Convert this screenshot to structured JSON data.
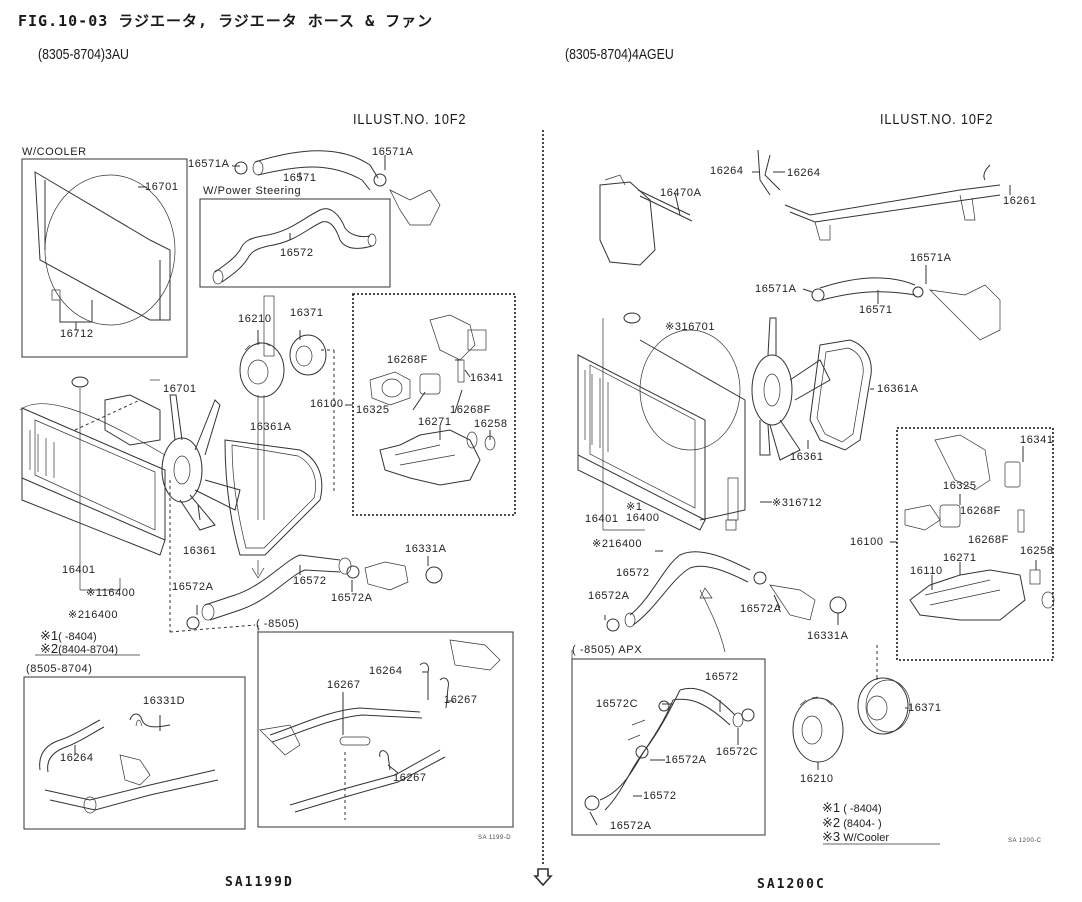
{
  "header": {
    "title": "FIG.10-03 ラジエータ, ラジエータ ホース & ファン",
    "left_subtitle": "(8305-8704)3AU",
    "right_subtitle": "(8305-8704)4AGEU",
    "left_illust": "ILLUST.NO. 10F2",
    "right_illust": "ILLUST.NO. 10F2"
  },
  "left_panel": {
    "boxes": {
      "w_cooler": "W/COOLER",
      "w_power_steering": "W/Power Steering",
      "range_8505_8704": "(8505-8704)",
      "range_to_8505": "(      -8505)"
    },
    "labels": [
      {
        "id": "16701a",
        "text": "16701"
      },
      {
        "id": "16712",
        "text": "16712"
      },
      {
        "id": "16571A-l",
        "text": "16571A"
      },
      {
        "id": "16571",
        "text": "16571"
      },
      {
        "id": "16571A-r",
        "text": "16571A"
      },
      {
        "id": "16572-ps",
        "text": "16572"
      },
      {
        "id": "16210",
        "text": "16210"
      },
      {
        "id": "16371",
        "text": "16371"
      },
      {
        "id": "16268F-1",
        "text": "16268F"
      },
      {
        "id": "16341",
        "text": "16341"
      },
      {
        "id": "16100",
        "text": "16100"
      },
      {
        "id": "16325",
        "text": "16325"
      },
      {
        "id": "16268F-2",
        "text": "16268F"
      },
      {
        "id": "16701b",
        "text": "16701"
      },
      {
        "id": "16361A",
        "text": "16361A"
      },
      {
        "id": "16271",
        "text": "16271"
      },
      {
        "id": "16258",
        "text": "16258"
      },
      {
        "id": "16361",
        "text": "16361"
      },
      {
        "id": "16401",
        "text": "16401"
      },
      {
        "id": "16400-1",
        "text": "※116400"
      },
      {
        "id": "16400-2",
        "text": "※216400"
      },
      {
        "id": "16331A",
        "text": "16331A"
      },
      {
        "id": "16572",
        "text": "16572"
      },
      {
        "id": "16572A-1",
        "text": "16572A"
      },
      {
        "id": "16572A-2",
        "text": "16572A"
      },
      {
        "id": "16331D",
        "text": "16331D"
      },
      {
        "id": "16264-a",
        "text": "16264"
      },
      {
        "id": "16264-b",
        "text": "16264"
      },
      {
        "id": "16267-a",
        "text": "16267"
      },
      {
        "id": "16267-b",
        "text": "16267"
      },
      {
        "id": "16267-c",
        "text": "16267"
      }
    ],
    "notes": [
      {
        "mark": "※1",
        "text": "(        -8404)"
      },
      {
        "mark": "※2",
        "text": "(8404-8704)"
      }
    ],
    "small_code": "SA 1199-D",
    "figure_code": "SA1199D"
  },
  "right_panel": {
    "boxes": {
      "range_to_8505_apx": "(      -8505) APX"
    },
    "labels": [
      {
        "id": "16264-a",
        "text": "16264"
      },
      {
        "id": "16264-b",
        "text": "16264"
      },
      {
        "id": "16261",
        "text": "16261"
      },
      {
        "id": "16470A",
        "text": "16470A"
      },
      {
        "id": "16571A-r",
        "text": "16571A"
      },
      {
        "id": "16571A-l",
        "text": "16571A"
      },
      {
        "id": "16571",
        "text": "16571"
      },
      {
        "id": "16701",
        "text": "※316701"
      },
      {
        "id": "16361A",
        "text": "16361A"
      },
      {
        "id": "16361",
        "text": "16361"
      },
      {
        "id": "16712",
        "text": "※316712"
      },
      {
        "id": "16401",
        "text": "16401"
      },
      {
        "id": "16400-1",
        "text": "※1\n16400"
      },
      {
        "id": "16400-2",
        "text": "※216400"
      },
      {
        "id": "16341",
        "text": "16341"
      },
      {
        "id": "16325",
        "text": "16325"
      },
      {
        "id": "16268F-1",
        "text": "16268F"
      },
      {
        "id": "16268F-2",
        "text": "16268F"
      },
      {
        "id": "16100",
        "text": "16100"
      },
      {
        "id": "16271",
        "text": "16271"
      },
      {
        "id": "16258",
        "text": "16258"
      },
      {
        "id": "16110",
        "text": "16110"
      },
      {
        "id": "16572",
        "text": "16572"
      },
      {
        "id": "16572A-1",
        "text": "16572A"
      },
      {
        "id": "16572A-2",
        "text": "16572A"
      },
      {
        "id": "16331A",
        "text": "16331A"
      },
      {
        "id": "16572-apx-1",
        "text": "16572"
      },
      {
        "id": "16572C-1",
        "text": "16572C"
      },
      {
        "id": "16572C-2",
        "text": "16572C"
      },
      {
        "id": "16572A-apx-1",
        "text": "16572A"
      },
      {
        "id": "16572-apx-2",
        "text": "16572"
      },
      {
        "id": "16572A-apx-2",
        "text": "16572A"
      },
      {
        "id": "16371",
        "text": "16371"
      },
      {
        "id": "16210",
        "text": "16210"
      }
    ],
    "notes": [
      {
        "mark": "※1",
        "text": "(        -8404)"
      },
      {
        "mark": "※2",
        "text": "(8404-        )"
      },
      {
        "mark": "※3",
        "text": "W/Cooler"
      }
    ],
    "small_code": "SA 1200-C",
    "figure_code": "SA1200C"
  },
  "navigation": {
    "next_page_icon": "down-arrow-pentagon-icon"
  }
}
